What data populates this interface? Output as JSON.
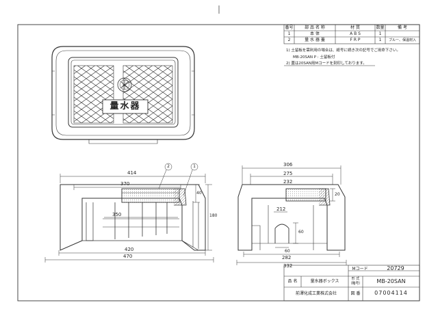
{
  "parts_table": {
    "headers": [
      "番号",
      "部 品 名 称",
      "材 質",
      "数量",
      "備 考"
    ],
    "rows": [
      {
        "no": "1",
        "name": "本 体",
        "material": "A B S",
        "qty": "1",
        "note": ""
      },
      {
        "no": "2",
        "name": "量 水 器 蓋",
        "material": "F R P",
        "qty": "1",
        "note": "ブルー、保温材入"
      }
    ]
  },
  "notes": [
    "1) 土留板を需利用の場合は、紙号に続き次の記号でご用命下さい。",
    "MB-20SAN P : 土留板付",
    "2) 蓋は20SAN用Mコードを刻印しております。"
  ],
  "lid_mark": "量水器",
  "front_dims": {
    "w414": "414",
    "w370": "370",
    "w350": "350",
    "w420": "420",
    "w470": "470",
    "h40": "40",
    "h180": "180",
    "balloon2": "2",
    "balloon1": "1"
  },
  "side_dims": {
    "w306": "306",
    "w275": "275",
    "w232": "232",
    "w212": "212",
    "w282": "282",
    "w332": "332",
    "w60a": "60",
    "w60b": "60",
    "h20": "20"
  },
  "title_block": {
    "mcode_label": "Mコード",
    "mcode_value": "20729",
    "name_label": "品 名",
    "name_value": "量水器ボックス",
    "model_label": "形 式（略号）",
    "model_value": "MB-20SAN",
    "company": "前澤化成工業株式会社",
    "drawing_no_label": "図 番",
    "drawing_no_value": "07004114"
  }
}
